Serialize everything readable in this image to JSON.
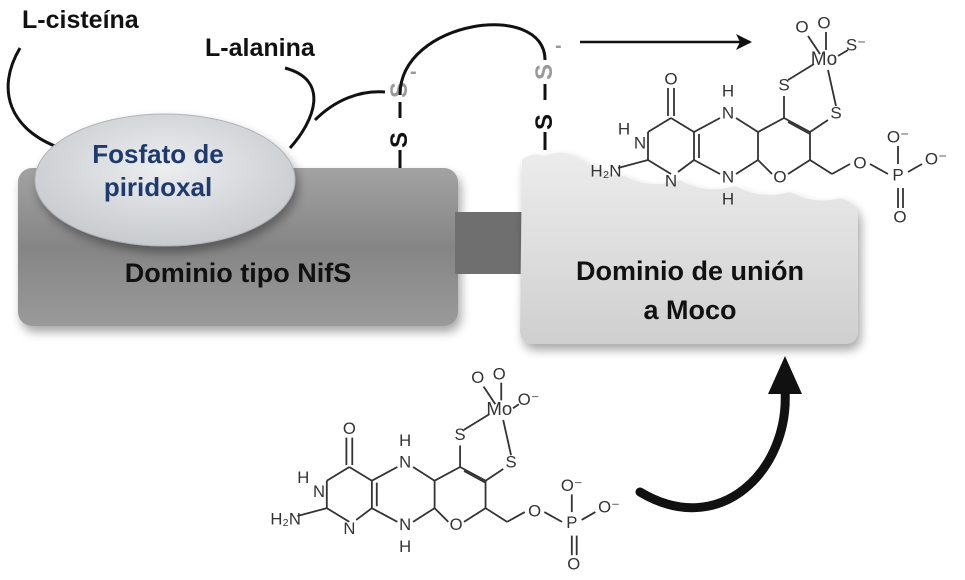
{
  "labels": {
    "cysteine": "L-cisteína",
    "alanine": "L-alanina",
    "plp_line1": "Fosfato de",
    "plp_line2": "piridoxal",
    "nifs_domain": "Dominio tipo NifS",
    "moco_domain_line1": "Dominio de unión",
    "moco_domain_line2": "a Moco"
  },
  "persulfide": {
    "sulfur": "S",
    "charge": "-"
  },
  "molecule": {
    "metal": "Mo",
    "oxygen": "O",
    "nitrogen": "N",
    "hydrogen": "H",
    "sulfur": "S",
    "phosphorus": "P",
    "amine": "H₂N",
    "oxide_anion": "O⁻",
    "sulfide_anion": "S⁻"
  },
  "colors": {
    "nifs_domain": "#8a8a8a",
    "moco_domain": "#dcdcdc",
    "plp_ellipse": "#d4d7da",
    "plp_text": "#1f3b6e",
    "linker": "#6f6f6f"
  }
}
